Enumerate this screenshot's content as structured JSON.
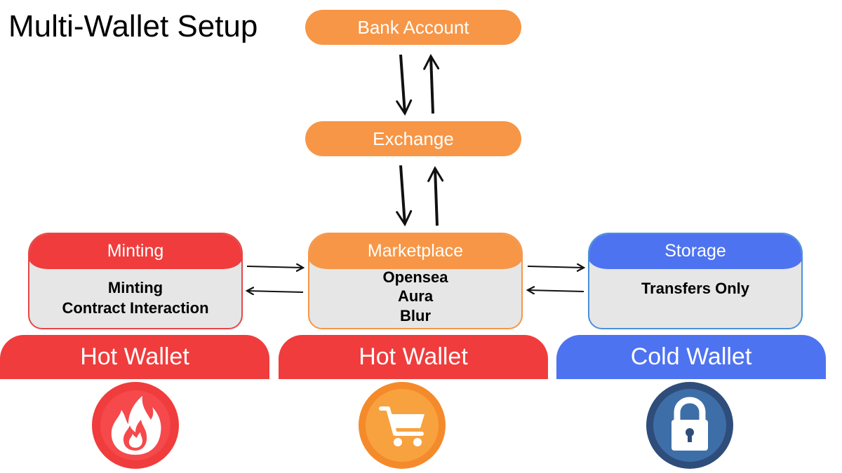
{
  "title": "Multi-Wallet Setup",
  "nodes": {
    "bank": "Bank Account",
    "exchange": "Exchange"
  },
  "boxes": {
    "minting": {
      "header": "Minting",
      "lines": [
        "Minting",
        "Contract Interaction"
      ]
    },
    "marketplace": {
      "header": "Marketplace",
      "lines": [
        "Opensea",
        "Aura",
        "Blur"
      ]
    },
    "storage": {
      "header": "Storage",
      "lines": [
        "Transfers Only"
      ]
    }
  },
  "wallets": {
    "left": "Hot Wallet",
    "middle": "Hot Wallet",
    "right": "Cold Wallet"
  },
  "icons": {
    "left": "fire-icon",
    "middle": "shopping-cart-icon",
    "right": "padlock-icon"
  },
  "colors": {
    "orange": "#f79646",
    "red": "#f03c3c",
    "blue": "#4e73f0",
    "box_fill": "#e6e6e6"
  }
}
